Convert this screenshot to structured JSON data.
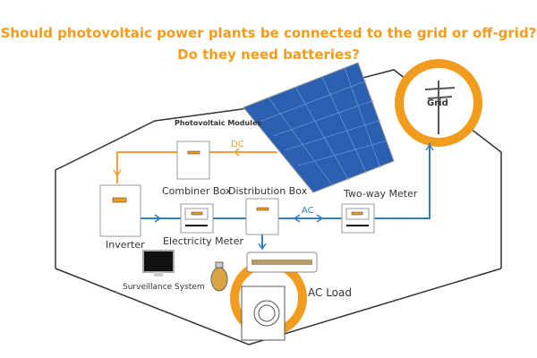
{
  "title": {
    "line1": "Should photovoltaic power plants be connected to the grid or off-grid?",
    "line2": "Do they need batteries?"
  },
  "labels": {
    "grid": "Grid",
    "pv_modules": "Photovoltaic Modules",
    "dc": "DC",
    "ac": "AC",
    "combiner_box": "Combiner Box",
    "distribution_box": "Distribution Box",
    "two_way_meter": "Two-way Meter",
    "inverter": "Inverter",
    "electricity_meter": "Electricity Meter",
    "surveillance": "Surveillance System",
    "ac_load": "AC Load"
  },
  "colors": {
    "accent": "#f29c1f",
    "dc_line": "#f0a030",
    "ac_line": "#2f7fc1",
    "panel": "#2b5fb0"
  }
}
